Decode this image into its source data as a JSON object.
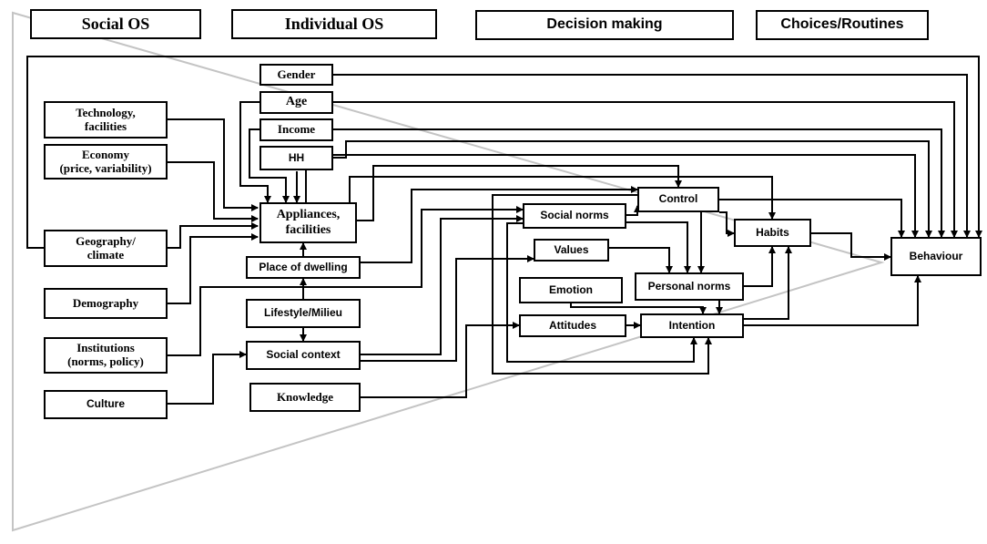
{
  "headers": {
    "social_os": "Social OS",
    "individual_os": "Individual OS",
    "decision_making": "Decision making",
    "choices_routines": "Choices/Routines"
  },
  "social_factors": {
    "technology": "Technology,\nfacilities",
    "economy": "Economy\n(price, variability)",
    "geography": "Geography/\nclimate",
    "demography": "Demography",
    "institutions": "Institutions\n(norms, policy)",
    "culture": "Culture"
  },
  "individual_factors": {
    "gender": "Gender",
    "age": "Age",
    "income": "Income",
    "hh": "HH",
    "appliances": "Appliances,\nfacilities",
    "place_of_dwelling": "Place of dwelling",
    "lifestyle": "Lifestyle/Milieu",
    "social_context": "Social context",
    "knowledge": "Knowledge"
  },
  "decision_factors": {
    "control": "Control",
    "social_norms": "Social norms",
    "values": "Values",
    "personal_norms": "Personal norms",
    "emotion": "Emotion",
    "attitudes": "Attitudes",
    "intention": "Intention",
    "habits": "Habits"
  },
  "outcome": {
    "behaviour": "Behaviour"
  }
}
